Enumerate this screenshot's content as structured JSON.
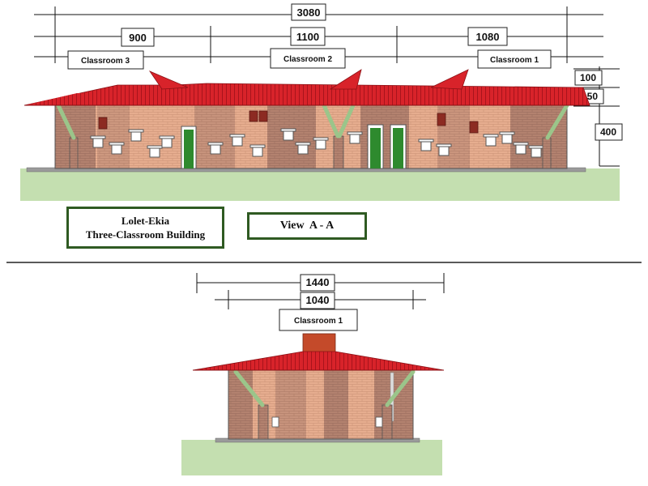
{
  "dimensions": {
    "overall": "3080",
    "left": "900",
    "middle": "1100",
    "right": "1080",
    "eave_top": "100",
    "eave_mid": "150",
    "wall": "400",
    "side_overall": "1440",
    "side_inner": "1040"
  },
  "labels": {
    "classroom_3": "Classroom 3",
    "classroom_2": "Classroom 2",
    "classroom_1": "Classroom 1",
    "side_classroom": "Classroom 1"
  },
  "title": {
    "line1": "Lolet-Ekia",
    "line2": "Three-Classroom Building",
    "view": "View  A - A"
  },
  "colors": {
    "roof": "#d8232a",
    "brick_light": "#e6ad8f",
    "brick_dark": "#b3826f",
    "door": "#2e8a2e",
    "ground": "#c4dfb0",
    "frame": "#2f5a22"
  }
}
